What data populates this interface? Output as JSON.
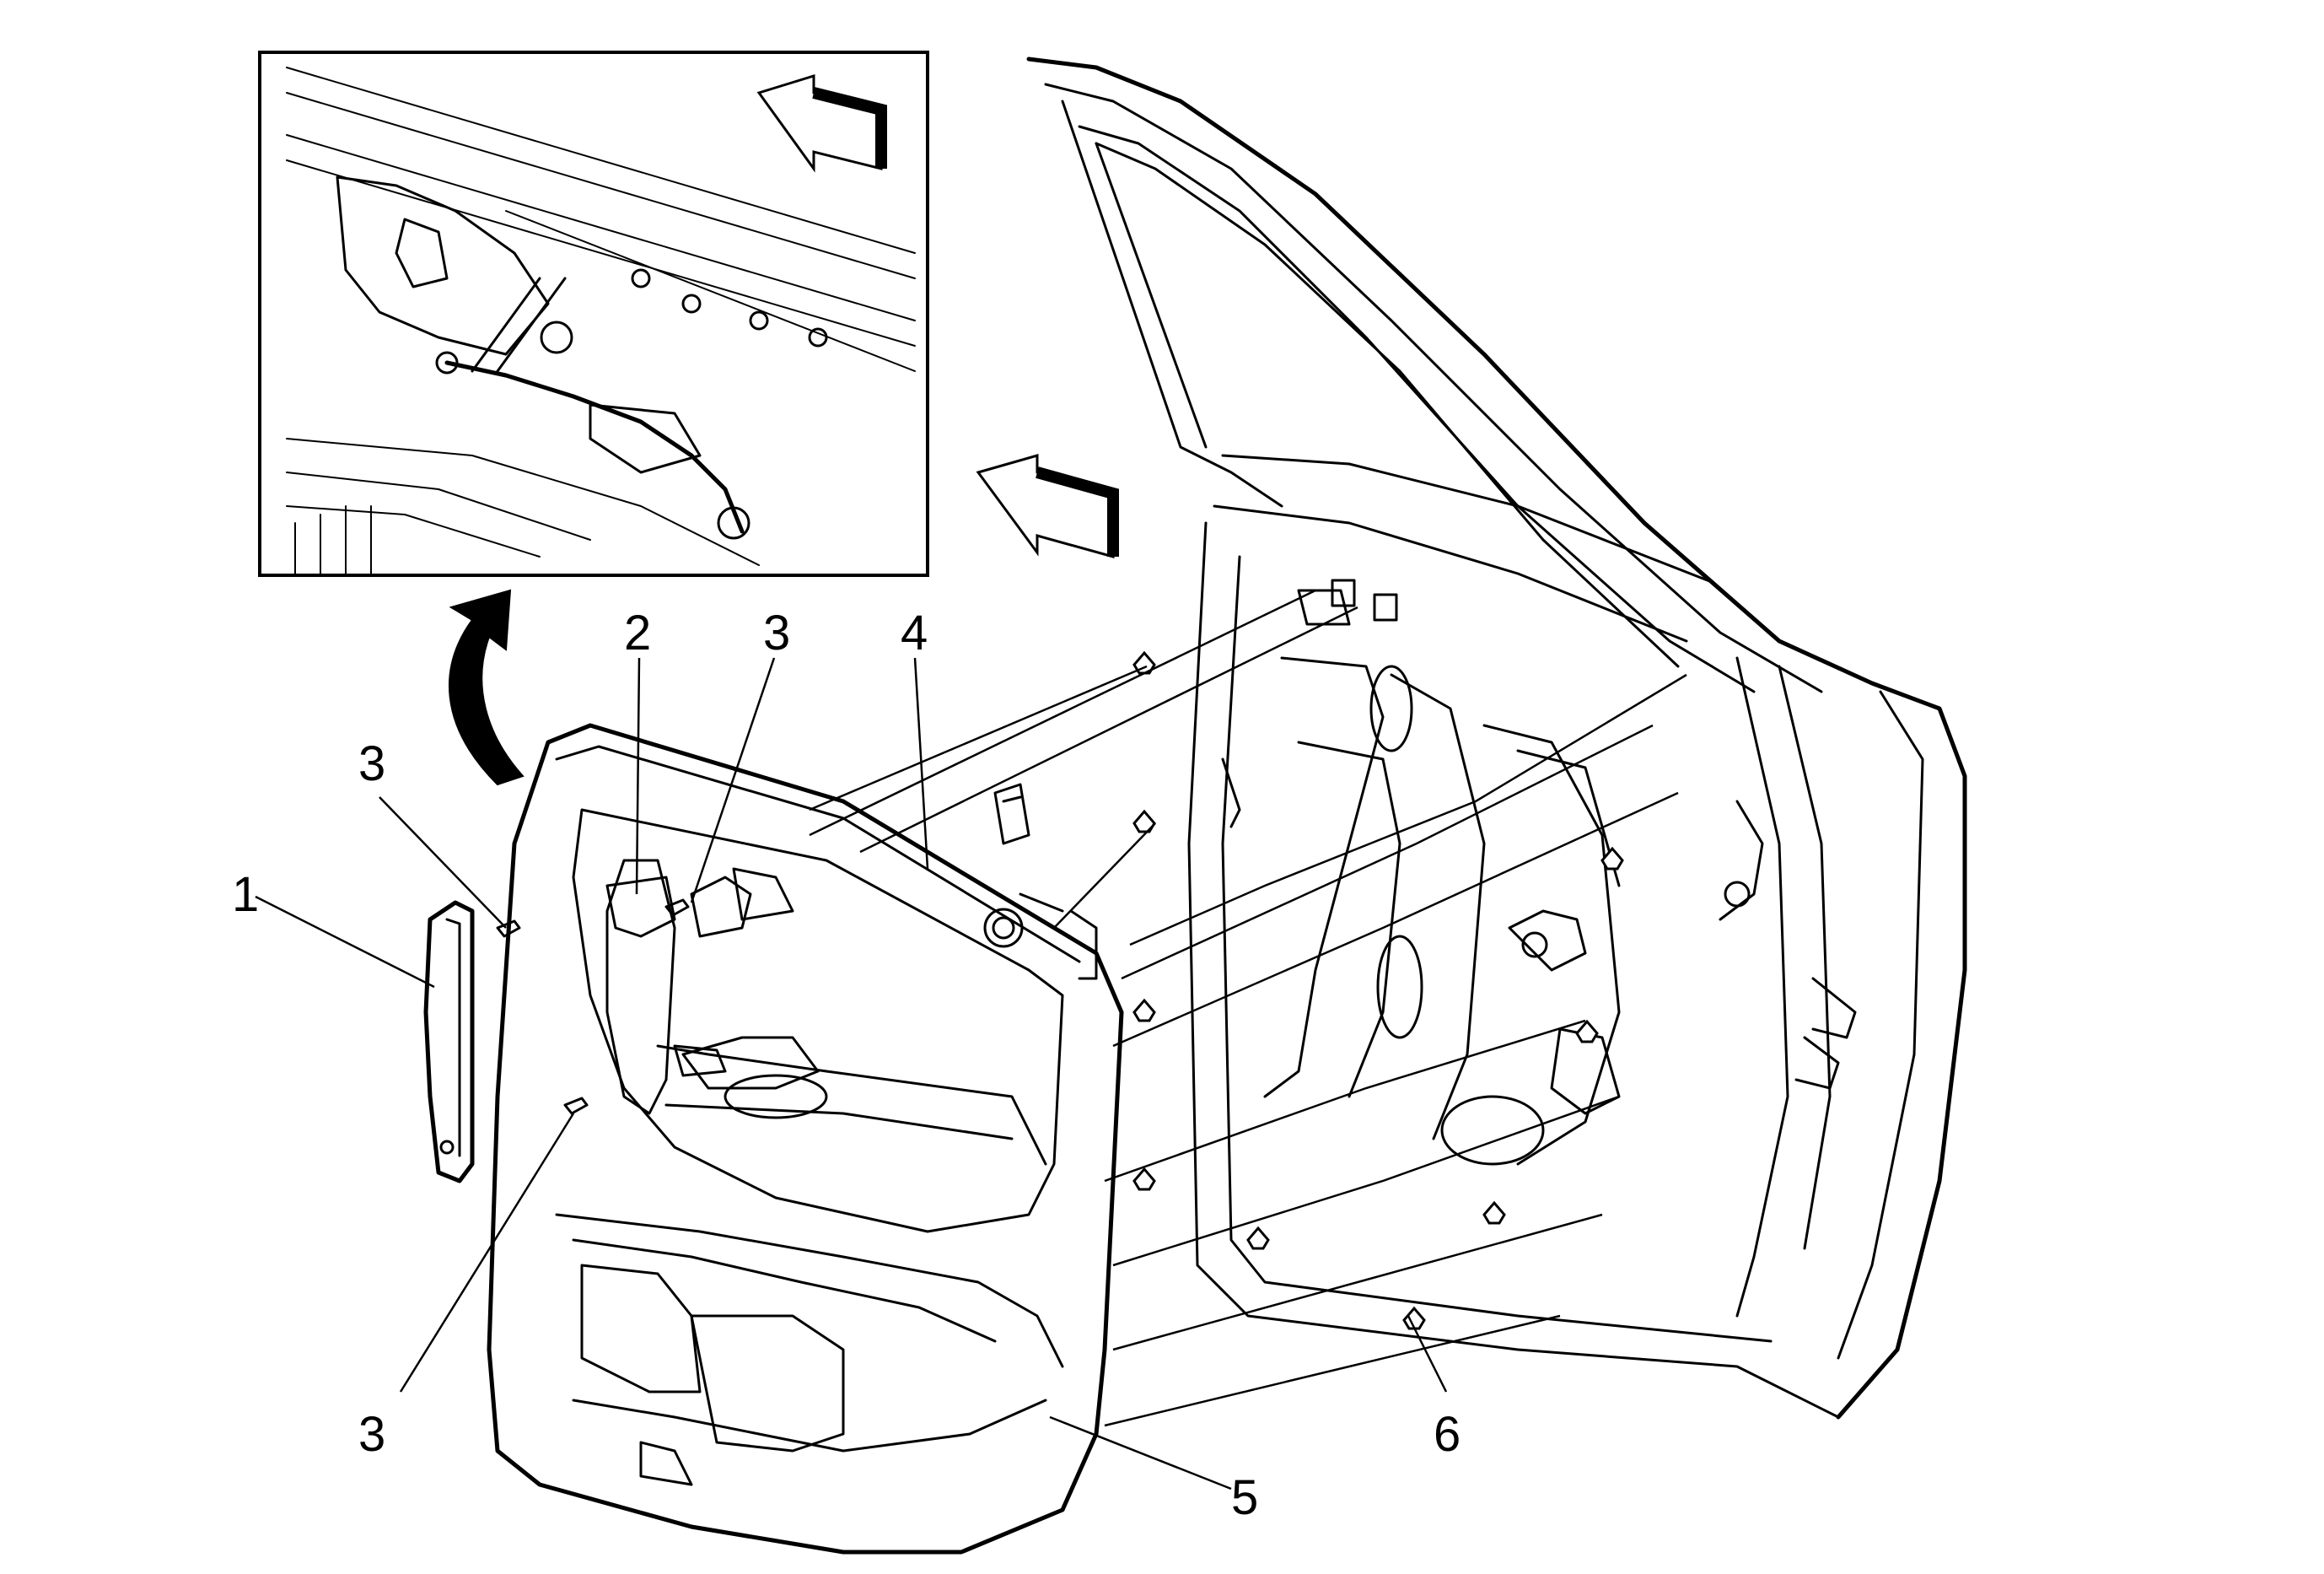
{
  "diagram": {
    "callouts": [
      {
        "id": "c1",
        "text": "1"
      },
      {
        "id": "c2",
        "text": "2"
      },
      {
        "id": "c3a",
        "text": "3"
      },
      {
        "id": "c3b",
        "text": "3"
      },
      {
        "id": "c3c",
        "text": "3"
      },
      {
        "id": "c4",
        "text": "4"
      },
      {
        "id": "c5",
        "text": "5"
      },
      {
        "id": "c6",
        "text": "6"
      }
    ],
    "colors": {
      "line": "#000000",
      "background": "#ffffff",
      "arrow_fill": "#000000"
    }
  }
}
